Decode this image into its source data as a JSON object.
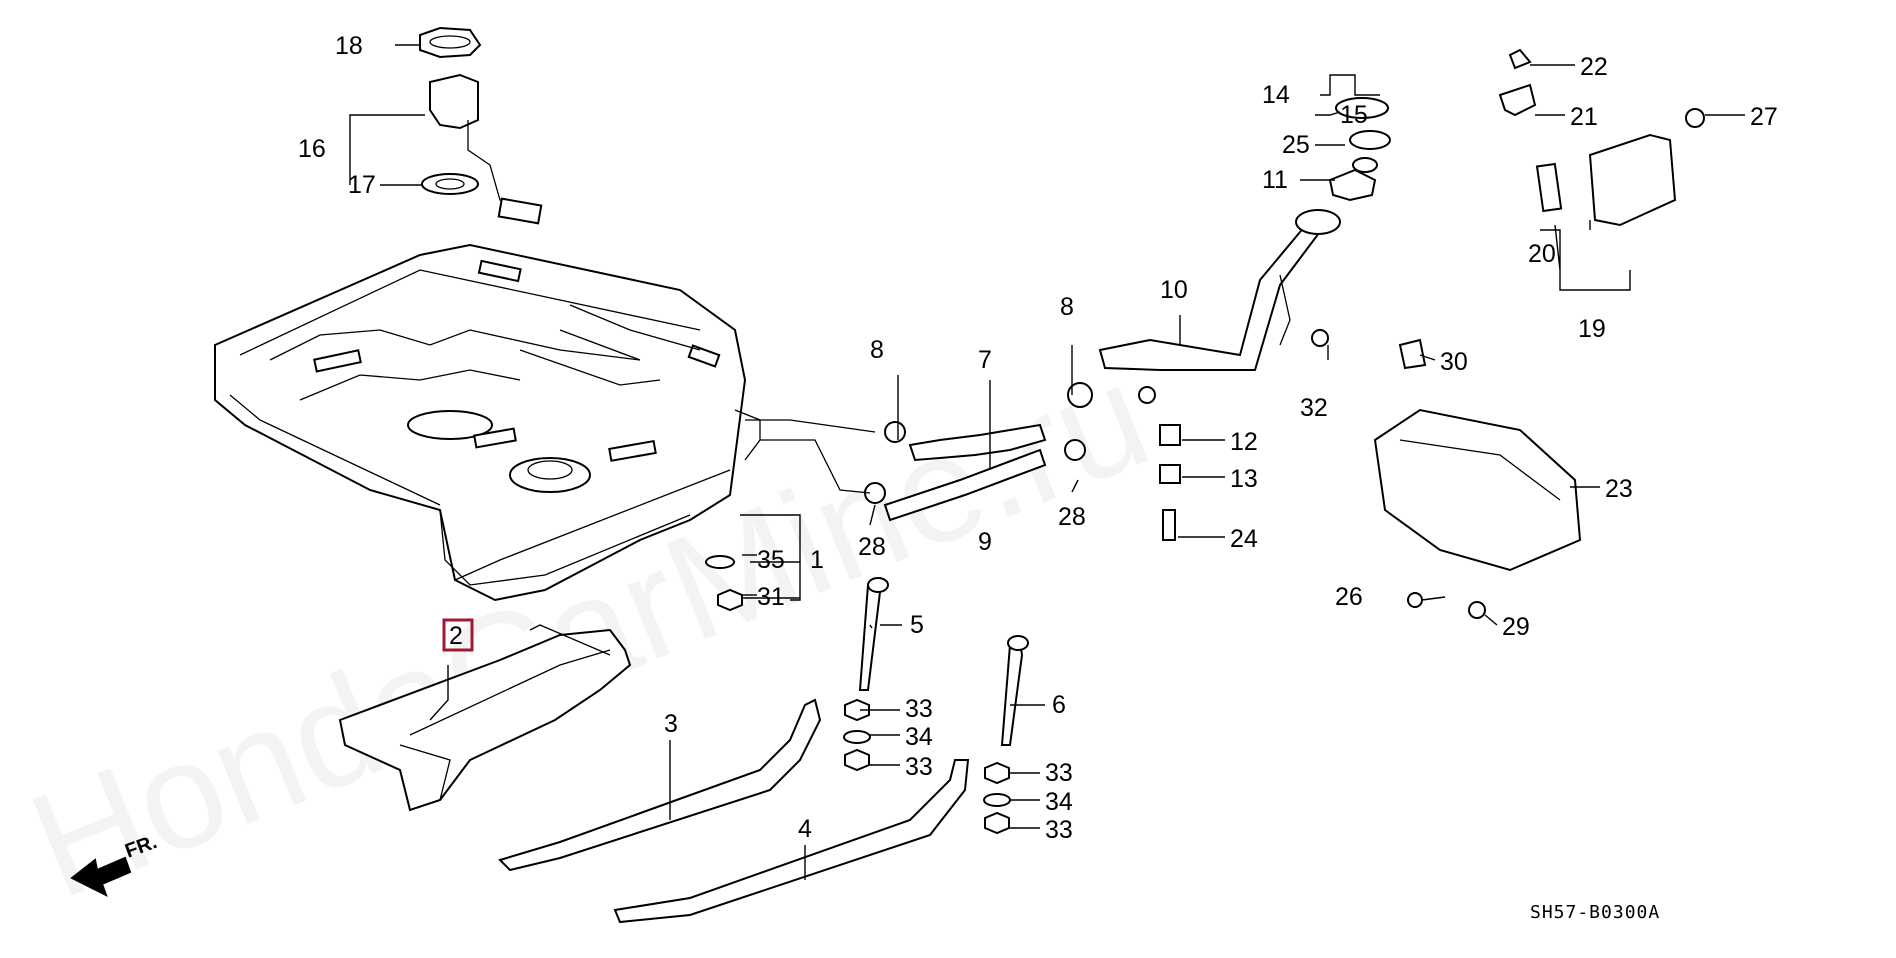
{
  "diagram": {
    "diagram_code": "SH57-B0300A",
    "front_arrow_label": "FR.",
    "watermark": "HondaCarMine.ru",
    "highlighted_callout": "2",
    "callouts": {
      "c1": "1",
      "c2": "2",
      "c3": "3",
      "c4": "4",
      "c5": "5",
      "c6": "6",
      "c7": "7",
      "c8a": "8",
      "c8b": "8",
      "c9": "9",
      "c10": "10",
      "c11": "11",
      "c12": "12",
      "c13": "13",
      "c14": "14",
      "c15": "15",
      "c16": "16",
      "c17": "17",
      "c18": "18",
      "c19": "19",
      "c20": "20",
      "c21": "21",
      "c22": "22",
      "c23": "23",
      "c24": "24",
      "c25": "25",
      "c26": "26",
      "c27": "27",
      "c28a": "28",
      "c28b": "28",
      "c29": "29",
      "c30": "30",
      "c31": "31",
      "c32": "32",
      "c33a": "33",
      "c33b": "33",
      "c33c": "33",
      "c33d": "33",
      "c34a": "34",
      "c34b": "34",
      "c35": "35"
    }
  }
}
